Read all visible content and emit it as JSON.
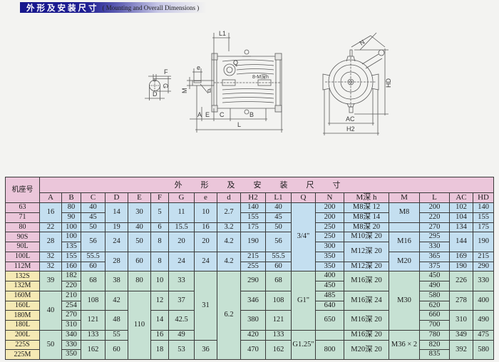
{
  "title": {
    "cn": "外形及安装尺寸",
    "en": "( Mounting and Overall Dimensions )"
  },
  "colors": {
    "title_bar": "#17178c",
    "header": "#ebc6da",
    "blue_band": "#c4dff0",
    "green_band": "#c6e1d3",
    "model_blue": "#ebc6da",
    "model_green": "#f5e9b4"
  },
  "diagram": {
    "shaft_section": {
      "F": "F",
      "G": "G",
      "D": "D"
    },
    "side_view": {
      "L1": "L1",
      "M": "M",
      "e": "e",
      "d": "d",
      "Q": "Q",
      "bolts": "8-M深h",
      "A": "A",
      "E": "E",
      "C": "C",
      "B": "B",
      "L": "L"
    },
    "end_view": {
      "N": "N",
      "HD": "HD",
      "AC": "AC",
      "H2": "H2"
    }
  },
  "table": {
    "model_header": "机座号",
    "group_header": "外形及安装尺寸",
    "columns": [
      "A",
      "B",
      "C",
      "D",
      "E",
      "F",
      "G",
      "e",
      "d",
      "H2",
      "L1",
      "Q",
      "N",
      "M深 h",
      "M",
      "L",
      "AC",
      "HD"
    ],
    "rows": [
      {
        "model": "63",
        "band": "blue",
        "cells": [
          [
            "A",
            "16",
            2
          ],
          [
            "B",
            "80"
          ],
          [
            "C",
            "40"
          ],
          [
            "D",
            "14",
            2
          ],
          [
            "E",
            "30",
            2
          ],
          [
            "F",
            "5",
            2
          ],
          [
            "G",
            "11",
            2
          ],
          [
            "e",
            "10",
            2
          ],
          [
            "d",
            "2.7",
            2
          ],
          [
            "H2",
            "140"
          ],
          [
            "L1",
            "40"
          ],
          [
            "Q",
            "3/4\"",
            7
          ],
          [
            "N",
            "200"
          ],
          [
            "M深 h",
            "M8深 12"
          ],
          [
            "M",
            "M8",
            2
          ],
          [
            "L",
            "200"
          ],
          [
            "AC",
            "102"
          ],
          [
            "HD",
            "140"
          ]
        ]
      },
      {
        "model": "71",
        "band": "blue",
        "cells": [
          [
            "B",
            "90"
          ],
          [
            "C",
            "45"
          ],
          [
            "H2",
            "155"
          ],
          [
            "L1",
            "45"
          ],
          [
            "N",
            "200"
          ],
          [
            "M深 h",
            "M8深 14"
          ],
          [
            "L",
            "220"
          ],
          [
            "AC",
            "104"
          ],
          [
            "HD",
            "155"
          ]
        ]
      },
      {
        "model": "80",
        "band": "blue",
        "cells": [
          [
            "A",
            "22"
          ],
          [
            "B",
            "100"
          ],
          [
            "C",
            "50"
          ],
          [
            "D",
            "19"
          ],
          [
            "E",
            "40"
          ],
          [
            "F",
            "6"
          ],
          [
            "G",
            "15.5"
          ],
          [
            "e",
            "16"
          ],
          [
            "d",
            "3.2"
          ],
          [
            "H2",
            "175"
          ],
          [
            "L1",
            "50"
          ],
          [
            "N",
            "250"
          ],
          [
            "M深 h",
            "M8深 20"
          ],
          [
            "M",
            ""
          ],
          [
            "L",
            "270"
          ],
          [
            "AC",
            "134"
          ],
          [
            "HD",
            "175"
          ]
        ]
      },
      {
        "model": "90S",
        "band": "blue",
        "cells": [
          [
            "A",
            "28",
            2
          ],
          [
            "B",
            "100"
          ],
          [
            "C",
            "56",
            2
          ],
          [
            "D",
            "24",
            2
          ],
          [
            "E",
            "50",
            2
          ],
          [
            "F",
            "8",
            2
          ],
          [
            "G",
            "20",
            2
          ],
          [
            "e",
            "20",
            2
          ],
          [
            "d",
            "4.2",
            2
          ],
          [
            "H2",
            "190",
            2
          ],
          [
            "L1",
            "56",
            2
          ],
          [
            "N",
            "250"
          ],
          [
            "M深 h",
            "M10深 20"
          ],
          [
            "M",
            "M16",
            2
          ],
          [
            "L",
            "295"
          ],
          [
            "AC",
            "144",
            2
          ],
          [
            "HD",
            "190",
            2
          ]
        ]
      },
      {
        "model": "90L",
        "band": "blue",
        "cells": [
          [
            "B",
            "135"
          ],
          [
            "N",
            "300"
          ],
          [
            "M深 h",
            "M12深 20",
            2
          ],
          [
            "L",
            "330"
          ]
        ]
      },
      {
        "model": "100L",
        "band": "blue",
        "cells": [
          [
            "A",
            "32"
          ],
          [
            "B",
            "155"
          ],
          [
            "C",
            "55.5"
          ],
          [
            "D",
            "28",
            2
          ],
          [
            "E",
            "60",
            2
          ],
          [
            "F",
            "8",
            2
          ],
          [
            "G",
            "24",
            2
          ],
          [
            "e",
            "24",
            2
          ],
          [
            "d",
            "4.2",
            2
          ],
          [
            "H2",
            "215"
          ],
          [
            "L1",
            "55.5"
          ],
          [
            "N",
            "350"
          ],
          [
            "M",
            "M20",
            2
          ],
          [
            "L",
            "365"
          ],
          [
            "AC",
            "169"
          ],
          [
            "HD",
            "215"
          ]
        ]
      },
      {
        "model": "112M",
        "band": "blue",
        "cells": [
          [
            "A",
            "32"
          ],
          [
            "B",
            "160"
          ],
          [
            "C",
            "60"
          ],
          [
            "H2",
            "255"
          ],
          [
            "L1",
            "60"
          ],
          [
            "N",
            "350"
          ],
          [
            "M深 h",
            "M12深 20"
          ],
          [
            "L",
            "375"
          ],
          [
            "AC",
            "190"
          ],
          [
            "HD",
            "290"
          ]
        ]
      },
      {
        "model": "132S",
        "band": "green",
        "cells": [
          [
            "A",
            "39",
            2
          ],
          [
            "B",
            "182"
          ],
          [
            "C",
            "68",
            2
          ],
          [
            "D",
            "38",
            2
          ],
          [
            "E",
            "80",
            2
          ],
          [
            "F",
            "10",
            2
          ],
          [
            "G",
            "33",
            2
          ],
          [
            "e",
            "31",
            7
          ],
          [
            "d",
            "6.2",
            9
          ],
          [
            "H2",
            "290",
            2
          ],
          [
            "L1",
            "68",
            2
          ],
          [
            "Q",
            "G1\"",
            6
          ],
          [
            "N",
            "400"
          ],
          [
            "M深 h",
            "M16深 20",
            2
          ],
          [
            "M",
            "M30",
            6
          ],
          [
            "L",
            "450"
          ],
          [
            "AC",
            "226",
            2
          ],
          [
            "HD",
            "330",
            2
          ]
        ]
      },
      {
        "model": "132M",
        "band": "green",
        "cells": [
          [
            "B",
            "220"
          ],
          [
            "N",
            "450"
          ],
          [
            "L",
            "490"
          ]
        ]
      },
      {
        "model": "160M",
        "band": "green",
        "cells": [
          [
            "A",
            "40",
            4
          ],
          [
            "B",
            "210"
          ],
          [
            "C",
            "108",
            2
          ],
          [
            "D",
            "42",
            2
          ],
          [
            "E",
            "110",
            7
          ],
          [
            "F",
            "12",
            2
          ],
          [
            "G",
            "37",
            2
          ],
          [
            "H2",
            "346",
            2
          ],
          [
            "L1",
            "108",
            2
          ],
          [
            "N",
            "485"
          ],
          [
            "M深 h",
            "M16深 24",
            2
          ],
          [
            "L",
            "580"
          ],
          [
            "AC",
            "278",
            2
          ],
          [
            "HD",
            "400",
            2
          ]
        ]
      },
      {
        "model": "160L",
        "band": "green",
        "cells": [
          [
            "B",
            "254"
          ],
          [
            "N",
            "640"
          ],
          [
            "L",
            "620"
          ]
        ]
      },
      {
        "model": "180M",
        "band": "green",
        "cells": [
          [
            "B",
            "270"
          ],
          [
            "C",
            "121",
            2
          ],
          [
            "D",
            "48",
            2
          ],
          [
            "F",
            "14",
            2
          ],
          [
            "G",
            "42.5",
            2
          ],
          [
            "H2",
            "380",
            2
          ],
          [
            "L1",
            "121",
            2
          ],
          [
            "N",
            "650",
            2
          ],
          [
            "M深 h",
            "M16深 20",
            2
          ],
          [
            "L",
            "660"
          ],
          [
            "AC",
            "310",
            2
          ],
          [
            "HD",
            "490",
            2
          ]
        ]
      },
      {
        "model": "180L",
        "band": "green",
        "cells": [
          [
            "B",
            "310"
          ],
          [
            "L",
            "700"
          ]
        ]
      },
      {
        "model": "200L",
        "band": "green",
        "cells": [
          [
            "A",
            "50",
            3
          ],
          [
            "B",
            "340"
          ],
          [
            "C",
            "133"
          ],
          [
            "D",
            "55"
          ],
          [
            "F",
            "16"
          ],
          [
            "G",
            "49"
          ],
          [
            "H2",
            "420"
          ],
          [
            "L1",
            "133"
          ],
          [
            "Q",
            "G1.25\"",
            3
          ],
          [
            "N",
            ""
          ],
          [
            "M深 h",
            "M16深 20"
          ],
          [
            "M",
            "M36 × 2",
            3
          ],
          [
            "L",
            "780"
          ],
          [
            "AC",
            "349"
          ],
          [
            "HD",
            "475"
          ]
        ]
      },
      {
        "model": "225S",
        "band": "green",
        "cells": [
          [
            "B",
            "330"
          ],
          [
            "C",
            "162",
            2
          ],
          [
            "D",
            "60",
            2
          ],
          [
            "F",
            "18",
            2
          ],
          [
            "G",
            "53",
            2
          ],
          [
            "e",
            "36",
            2
          ],
          [
            "H2",
            "470",
            2
          ],
          [
            "L1",
            "162",
            2
          ],
          [
            "N",
            "800",
            2
          ],
          [
            "M深 h",
            "M20深 20",
            2
          ],
          [
            "L",
            "820"
          ],
          [
            "AC",
            "392",
            2
          ],
          [
            "HD",
            "580",
            2
          ]
        ]
      },
      {
        "model": "225M",
        "band": "green",
        "cells": [
          [
            "B",
            "350"
          ],
          [
            "L",
            "835"
          ]
        ]
      }
    ]
  }
}
